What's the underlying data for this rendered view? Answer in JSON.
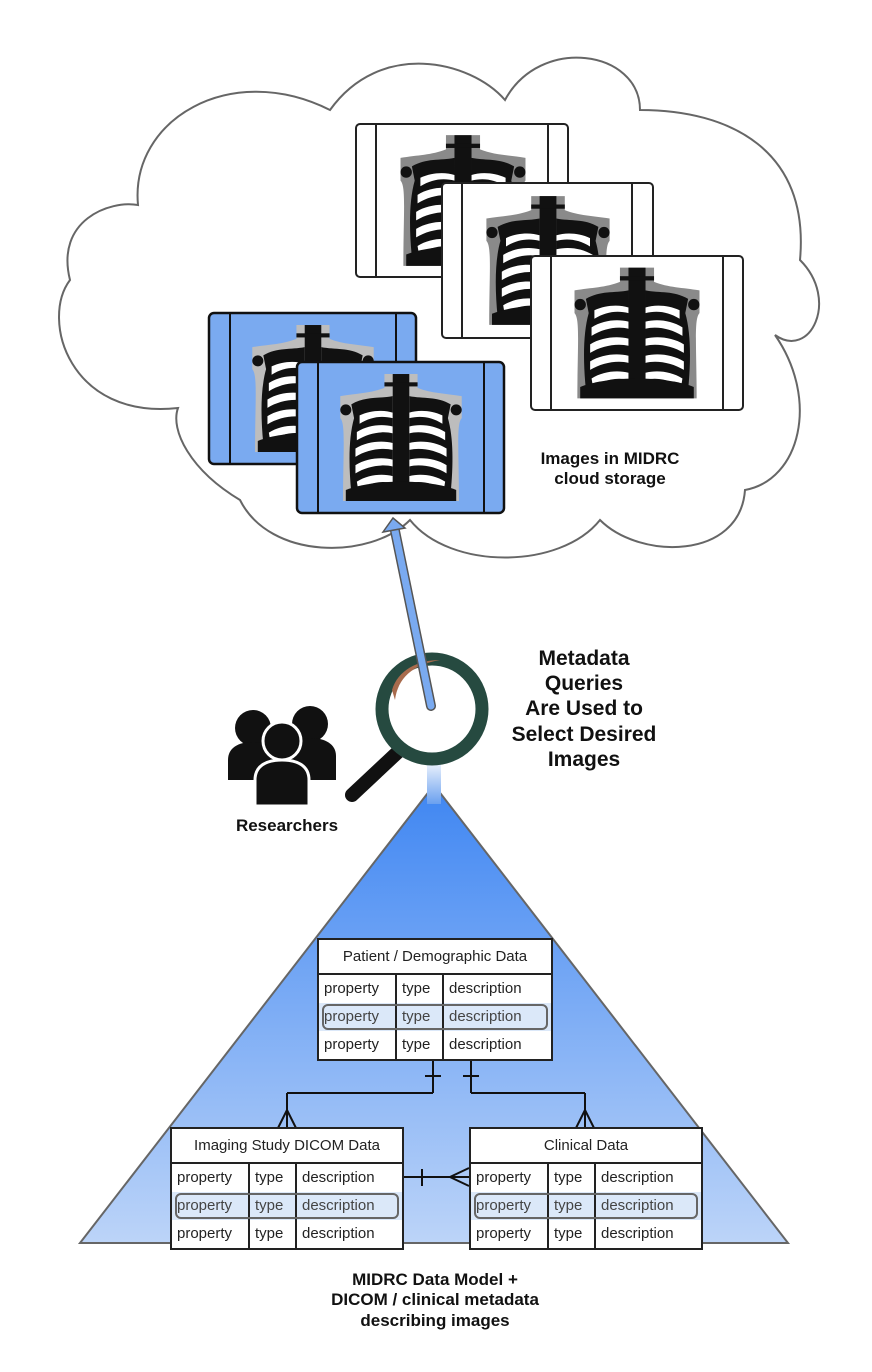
{
  "cloud": {
    "label_line1": "Images in MIDRC",
    "label_line2": "cloud storage",
    "images": [
      {
        "name": "xray-white-1",
        "selected": false
      },
      {
        "name": "xray-white-2",
        "selected": false
      },
      {
        "name": "xray-white-3",
        "selected": false
      },
      {
        "name": "xray-selected-1",
        "selected": true
      },
      {
        "name": "xray-selected-2",
        "selected": true
      }
    ]
  },
  "query": {
    "line1": "Metadata",
    "line2": "Queries",
    "line3": "Are Used to",
    "line4": "Select Desired",
    "line5": "Images"
  },
  "researchers": {
    "label": "Researchers",
    "icon": "group-people-icon"
  },
  "magnifier": {
    "icon": "magnifying-glass-icon"
  },
  "tables": {
    "patient": {
      "title": "Patient / Demographic Data",
      "rows": [
        [
          "property",
          "type",
          "description"
        ],
        [
          "property",
          "type",
          "description"
        ],
        [
          "property",
          "type",
          "description"
        ]
      ],
      "highlighted_row": 1
    },
    "imaging": {
      "title": "Imaging Study DICOM Data",
      "rows": [
        [
          "property",
          "type",
          "description"
        ],
        [
          "property",
          "type",
          "description"
        ],
        [
          "property",
          "type",
          "description"
        ]
      ],
      "highlighted_row": 1
    },
    "clinical": {
      "title": "Clinical Data",
      "rows": [
        [
          "property",
          "type",
          "description"
        ],
        [
          "property",
          "type",
          "description"
        ],
        [
          "property",
          "type",
          "description"
        ]
      ],
      "highlighted_row": 1
    }
  },
  "model": {
    "line1": "MIDRC Data Model +",
    "line2": "DICOM / clinical metadata",
    "line3": "describing images"
  },
  "colors": {
    "selected_blue": "#7aaaf0",
    "pyramid_top": "#4a8ef0",
    "pyramid_bottom": "#b8d2f7",
    "lens_ring": "#264a40",
    "lens_accent": "#a86b4d",
    "highlight_row": "#dbe8f9"
  }
}
